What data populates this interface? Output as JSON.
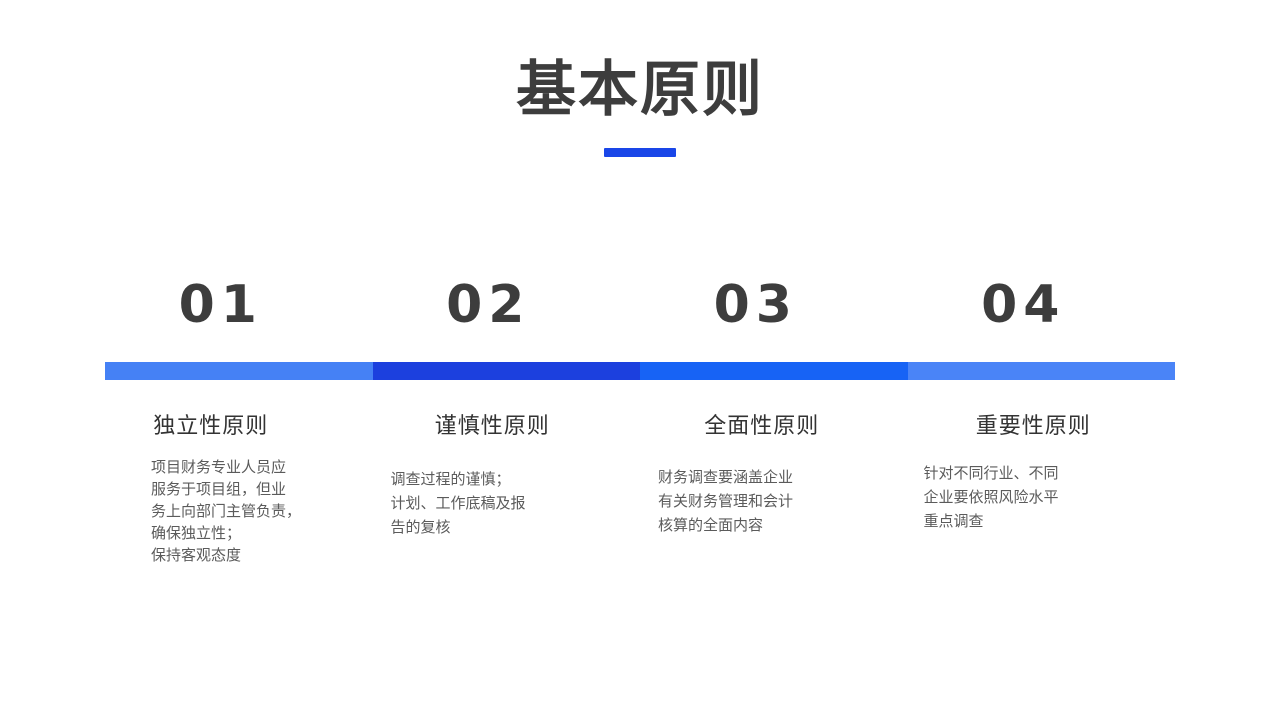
{
  "slide": {
    "title": "基本原则",
    "accent_color": "#1a46e8",
    "title_color": "#3d3d3d",
    "background_color": "#ffffff"
  },
  "steps": [
    {
      "number": "01",
      "heading": "独立性原则",
      "body": "项目财务专业人员应\n服务于项目组，但业\n务上向部门主管负责，\n确保独立性；\n保持客观态度",
      "bar_color": "#4581f5"
    },
    {
      "number": "02",
      "heading": "谨慎性原则",
      "body": "调查过程的谨慎；\n计划、工作底稿及报\n告的复核",
      "bar_color": "#1c40de"
    },
    {
      "number": "03",
      "heading": "全面性原则",
      "body": "财务调查要涵盖企业\n有关财务管理和会计\n核算的全面内容",
      "bar_color": "#1763f5"
    },
    {
      "number": "04",
      "heading": "重要性原则",
      "body": "针对不同行业、不同\n企业要依照风险水平\n重点调查",
      "bar_color": "#4a84f7"
    }
  ]
}
